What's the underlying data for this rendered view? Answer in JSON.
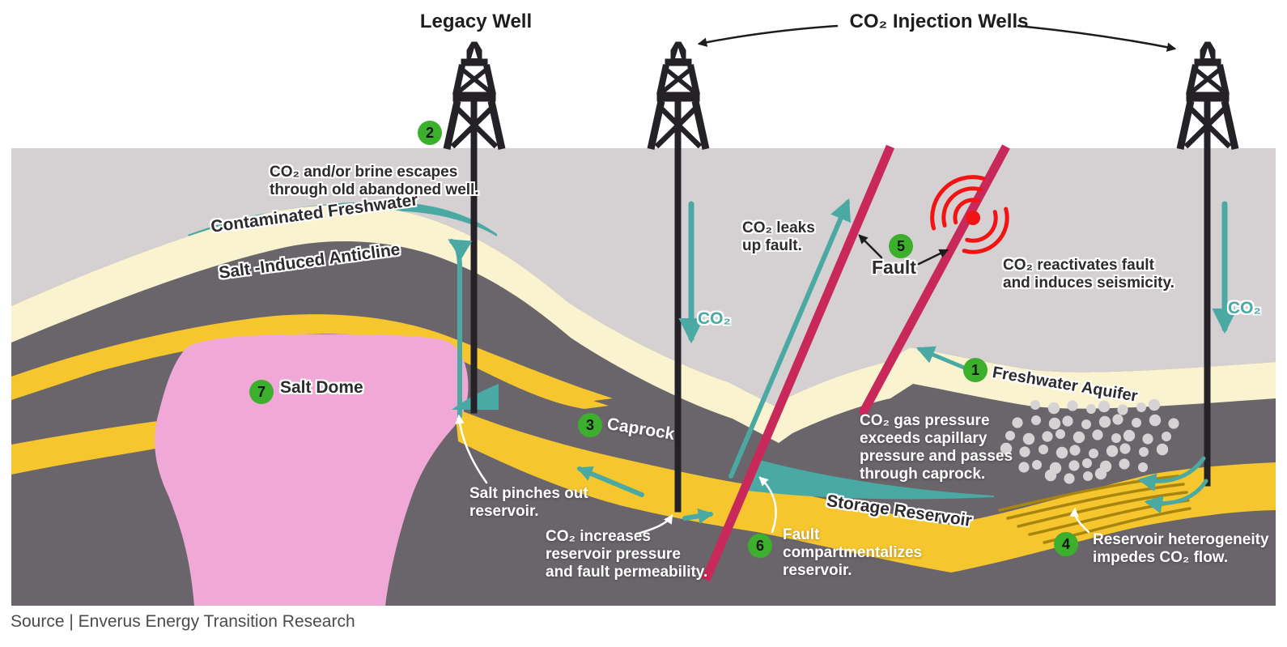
{
  "header": {
    "legacy_well_title": "Legacy Well",
    "injection_wells_title": "CO₂ Injection Wells"
  },
  "labels": {
    "contaminated_freshwater": "Contaminated Freshwater",
    "salt_induced_anticline": "Salt -Induced Anticline",
    "salt_dome": "Salt Dome",
    "caprock": "Caprock",
    "storage_reservoir": "Storage Reservoir",
    "freshwater_aquifer": "Freshwater Aquifer",
    "fault": "Fault",
    "co2_mid_well": "CO₂",
    "co2_right_well": "CO₂"
  },
  "notes": {
    "well_escape": "CO₂ and/or brine escapes\nthrough old abandoned well.",
    "fault_leak": "CO₂ leaks\nup fault.",
    "seismicity": "CO₂ reactivates fault\nand induces seismicity.",
    "capillary": "CO₂ gas pressure\nexceeds capillary\npressure and passes\nthrough caprock.",
    "salt_pinch": "Salt pinches out\nreservoir.",
    "pressure_increase": "CO₂ increases\nreservoir pressure\nand fault permeability.",
    "compartmentalize": "Fault\ncompartmentalizes\nreservoir.",
    "heterogeneity": "Reservoir heterogeneity\nimpedes CO₂ flow."
  },
  "markers": {
    "freshwater_aquifer": "1",
    "legacy_well": "2",
    "caprock": "3",
    "heterogeneity": "4",
    "fault": "5",
    "compartmentalize": "6",
    "salt_dome": "7"
  },
  "source": "Source | Enverus Energy Transition Research",
  "colors": {
    "overburden": "#d5d1d3",
    "rock": "#6a656b",
    "freshwater": "#faf3cf",
    "reservoir": "#f6c62f",
    "salt": "#f0a9d6",
    "fault": "#c9295a",
    "co2": "#4aa9a3",
    "marker_green": "#3cb02c",
    "seismic_red": "#f21313",
    "bubble": "#d7d3d5",
    "streak": "#a8850e"
  }
}
